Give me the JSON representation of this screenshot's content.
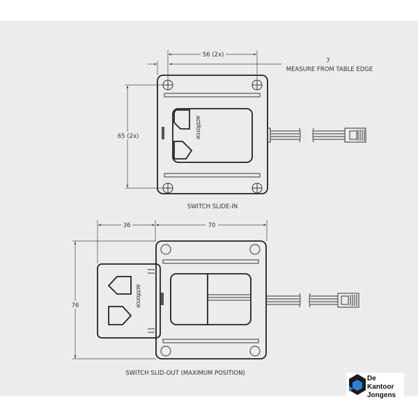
{
  "top_view": {
    "dim_width": "56 (2x)",
    "dim_offset": "7",
    "dim_offset_note": "MEASURE FROM TABLE EDGE",
    "dim_height": "65 (2x)",
    "brand_text": "actiforce",
    "caption": "SWITCH SLIDE-IN"
  },
  "bottom_view": {
    "dim_slide": "36",
    "dim_width": "70",
    "dim_height": "76",
    "brand_text": "actiforce",
    "caption": "SWITCH SLID-OUT (MAXIMUM POSITION)"
  },
  "logo": {
    "line1": "De Kantoor",
    "line2": "Jongens",
    "colors": [
      "#1a1a1a",
      "#2f7fd1"
    ]
  }
}
